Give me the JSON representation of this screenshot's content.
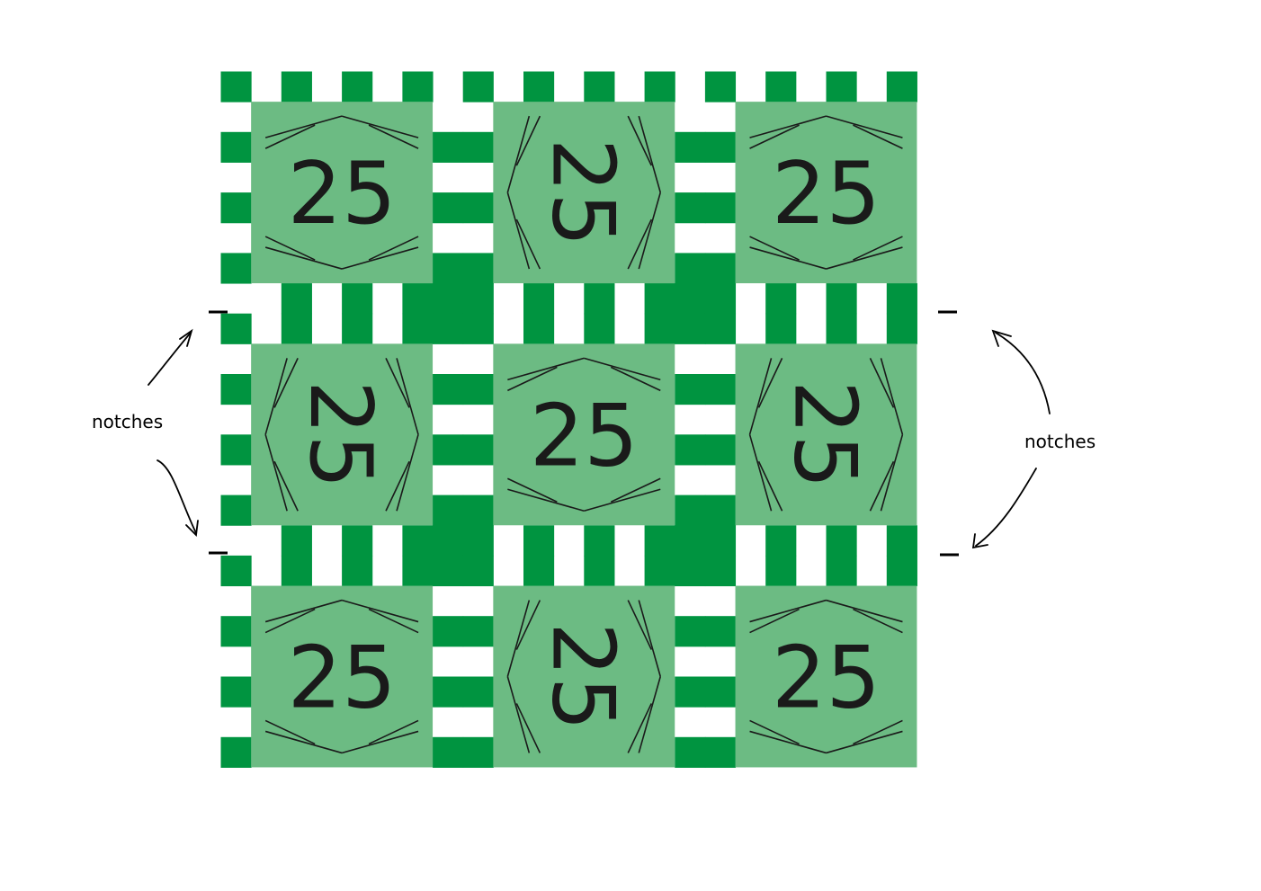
{
  "colors": {
    "dark_green": "#009440",
    "light_green": "#6cbb83",
    "white": "#ffffff",
    "ink": "#1a1a1a"
  },
  "tiles": [
    {
      "label": "25",
      "rotated": false
    },
    {
      "label": "25",
      "rotated": true
    },
    {
      "label": "25",
      "rotated": false
    },
    {
      "label": "25",
      "rotated": true
    },
    {
      "label": "25",
      "rotated": false
    },
    {
      "label": "25",
      "rotated": true
    },
    {
      "label": "25",
      "rotated": false
    },
    {
      "label": "25",
      "rotated": true
    },
    {
      "label": "25",
      "rotated": false
    }
  ],
  "annotations": {
    "left_label": "notches",
    "right_label": "notches"
  }
}
